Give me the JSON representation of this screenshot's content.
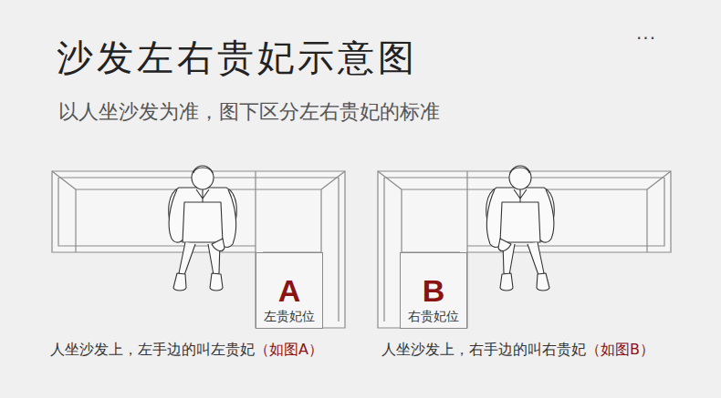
{
  "diagram": {
    "title": "沙发左右贵妃示意图",
    "nodes": [
      {
        "text": [
          "A",
          "左贵妃位"
        ]
      },
      {
        "text": [
          "B",
          "右贵妃位"
        ]
      }
    ],
    "labels": [
      "以人坐沙发为准，图下区分左右贵妃的标准",
      "···",
      "人坐沙发上，左手边的叫左贵妃",
      "（如图A）",
      "人坐沙发上，右手边的叫右贵妃",
      "（如图B）"
    ]
  }
}
